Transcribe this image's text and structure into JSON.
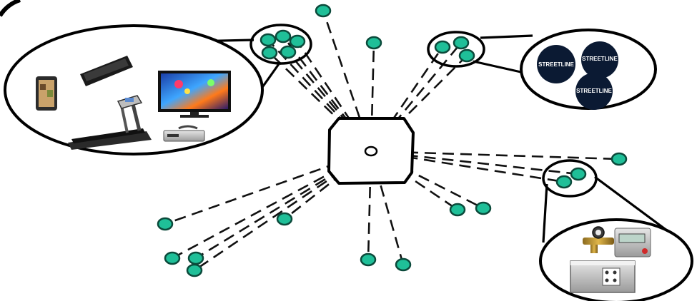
{
  "diagram": {
    "node_color": "#1fbf98",
    "node_stroke": "#0b4a3b",
    "line_color": "#111111",
    "hub_shape": "octagon"
  },
  "sensors": {
    "brand_text": "STREETLINE",
    "puck_color": "#0b1a33"
  },
  "devices": {
    "consumer": [
      "tablet",
      "smartphone",
      "treadmill",
      "television",
      "set-top-box"
    ],
    "utility": [
      "gas-meter",
      "electric-meter",
      "enclosure-box"
    ]
  }
}
